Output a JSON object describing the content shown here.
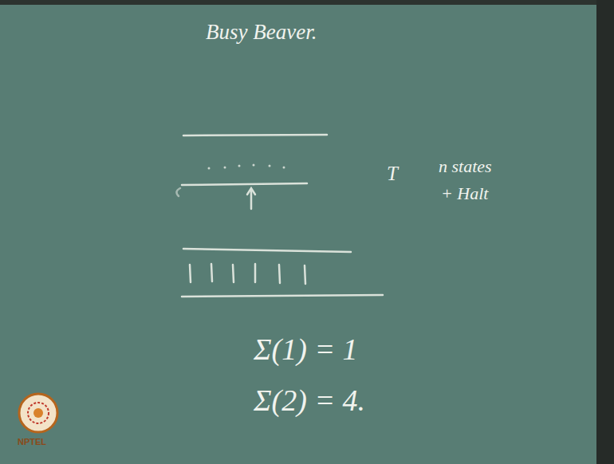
{
  "diagram": {
    "title": "Busy Beaver.",
    "labels": [
      "T",
      "n states",
      "+ Halt",
      "Σ(1) = 1",
      "Σ(2) = 4.",
      "NPTEL"
    ]
  }
}
